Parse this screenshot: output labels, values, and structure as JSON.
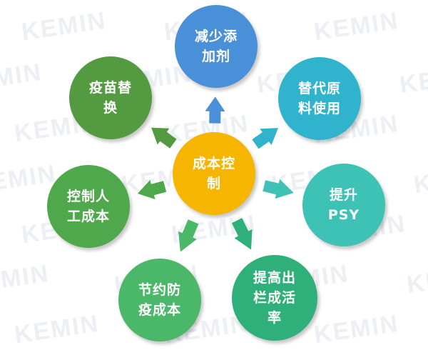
{
  "watermark": {
    "text": "KEMIN"
  },
  "center": {
    "label": "成本控\n制",
    "color": "#f6b500"
  },
  "nodes": [
    {
      "id": "reduce-additives",
      "label": "减少添\n加剂",
      "color": "#4a90d9"
    },
    {
      "id": "substitute-materials",
      "label": "替代原\n料使用",
      "color": "#30b4ce"
    },
    {
      "id": "improve-psy",
      "label": "提升\nPSY",
      "color": "#3fc2b6"
    },
    {
      "id": "improve-survival",
      "label": "提高出\n栏成活\n率",
      "color": "#2fb07a"
    },
    {
      "id": "save-prevention",
      "label": "节约防\n疫成本",
      "color": "#4ab868"
    },
    {
      "id": "control-labor",
      "label": "控制人\n工成本",
      "color": "#4fa84c"
    },
    {
      "id": "replace-vaccine",
      "label": "疫苗替\n换",
      "color": "#549a40"
    }
  ]
}
